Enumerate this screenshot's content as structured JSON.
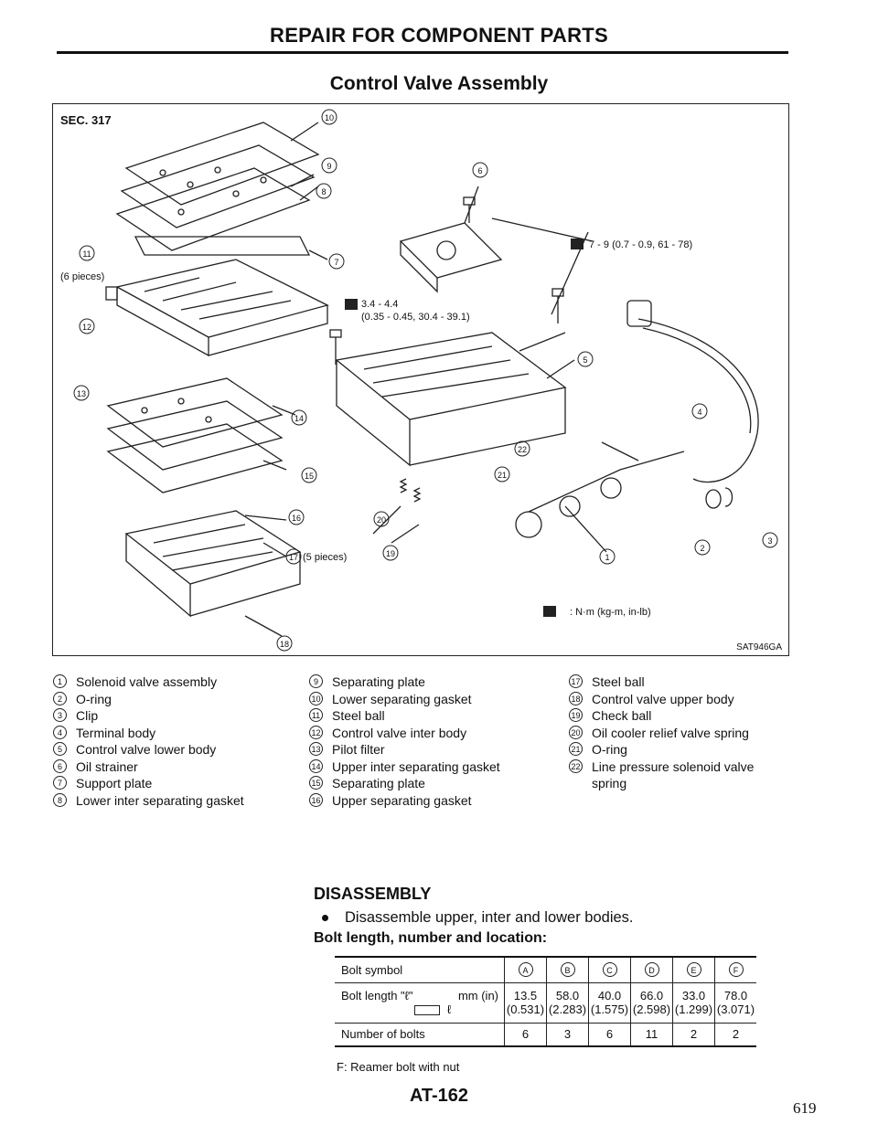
{
  "header": {
    "title": "REPAIR FOR COMPONENT PARTS"
  },
  "section": {
    "title": "Control Valve Assembly"
  },
  "figure": {
    "sec_label": "SEC. 317",
    "figure_id": "SAT946GA",
    "torque_1": "7 - 9 (0.7 - 0.9, 61 - 78)",
    "torque_2_line1": "3.4 - 4.4",
    "torque_2_line2": "(0.35 - 0.45, 30.4 - 39.1)",
    "units": ": N·m (kg-m, in-lb)",
    "pieces_11": "(6 pieces)",
    "pieces_17": "(5 pieces)",
    "callouts": [
      "1",
      "2",
      "3",
      "4",
      "5",
      "6",
      "7",
      "8",
      "9",
      "10",
      "11",
      "12",
      "13",
      "14",
      "15",
      "16",
      "17",
      "18",
      "19",
      "20",
      "21",
      "22"
    ]
  },
  "legend": {
    "col1": [
      {
        "num": "1",
        "text": "Solenoid valve assembly"
      },
      {
        "num": "2",
        "text": "O-ring"
      },
      {
        "num": "3",
        "text": "Clip"
      },
      {
        "num": "4",
        "text": "Terminal body"
      },
      {
        "num": "5",
        "text": "Control valve lower body"
      },
      {
        "num": "6",
        "text": "Oil strainer"
      },
      {
        "num": "7",
        "text": "Support plate"
      },
      {
        "num": "8",
        "text": "Lower inter separating gasket"
      }
    ],
    "col2": [
      {
        "num": "9",
        "text": "Separating plate"
      },
      {
        "num": "10",
        "text": "Lower separating gasket"
      },
      {
        "num": "11",
        "text": "Steel ball"
      },
      {
        "num": "12",
        "text": "Control valve inter body"
      },
      {
        "num": "13",
        "text": "Pilot filter"
      },
      {
        "num": "14",
        "text": "Upper inter separating gasket"
      },
      {
        "num": "15",
        "text": "Separating plate"
      },
      {
        "num": "16",
        "text": "Upper separating gasket"
      }
    ],
    "col3": [
      {
        "num": "17",
        "text": "Steel ball"
      },
      {
        "num": "18",
        "text": "Control valve upper body"
      },
      {
        "num": "19",
        "text": "Check ball"
      },
      {
        "num": "20",
        "text": "Oil cooler relief valve spring"
      },
      {
        "num": "21",
        "text": "O-ring"
      },
      {
        "num": "22",
        "text": "Line pressure solenoid valve spring"
      }
    ]
  },
  "disassembly": {
    "title": "DISASSEMBLY",
    "bullet": "Disassemble upper, inter and lower bodies.",
    "subtitle": "Bolt length, number and location:"
  },
  "bolt_table": {
    "row_symbol_label": "Bolt symbol",
    "row_length_label": "Bolt length \"ℓ\"",
    "row_length_unit": "mm (in)",
    "row_length_sublabel": "ℓ",
    "row_number_label": "Number of bolts",
    "symbols": [
      "A",
      "B",
      "C",
      "D",
      "E",
      "F"
    ],
    "lengths_mm": [
      "13.5",
      "58.0",
      "40.0",
      "66.0",
      "33.0",
      "78.0"
    ],
    "lengths_in": [
      "(0.531)",
      "(2.283)",
      "(1.575)",
      "(2.598)",
      "(1.299)",
      "(3.071)"
    ],
    "counts": [
      "6",
      "3",
      "6",
      "11",
      "2",
      "2"
    ]
  },
  "footnote": "F: Reamer bolt with nut",
  "footer": {
    "page_id": "AT-162",
    "page_number": "619"
  }
}
